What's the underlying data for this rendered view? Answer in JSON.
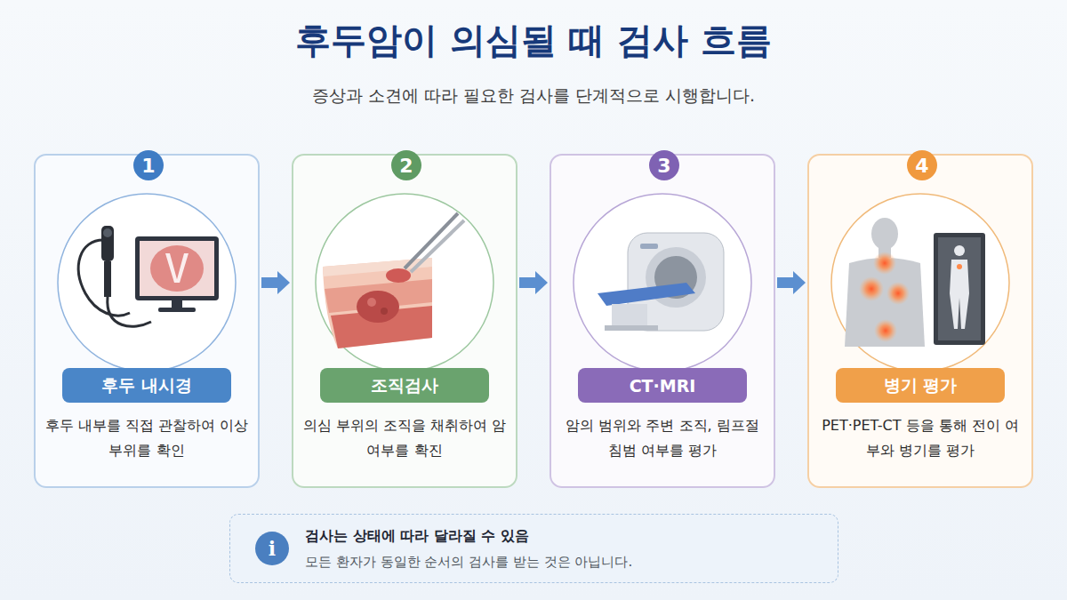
{
  "diagram": {
    "title": "후두암이 의심될 때 검사 흐름",
    "nodes": [
      {
        "text": [
          "후두 내부를 직접 관찰하여 이상 부위를 확인"
        ]
      },
      {
        "text": [
          "1"
        ],
        "in": 0
      },
      {
        "text": [
          "후두 내시경"
        ],
        "in": 0
      },
      {
        "text": [
          "의심 부위의 조직을 채취하여 암 여부를 확진"
        ]
      },
      {
        "text": [
          "2"
        ],
        "in": 3
      },
      {
        "text": [
          "조직검사"
        ],
        "in": 3
      },
      {
        "text": [
          "암의 범위와 주변 조직, 림프절 침범 여부를 평가"
        ]
      },
      {
        "text": [
          "3"
        ],
        "in": 6
      },
      {
        "text": [
          "CT·MRI"
        ],
        "in": 6
      },
      {
        "text": [
          "PET·PET-CT 등을 통해 전이 여부와 병기를 평가"
        ]
      },
      {
        "text": [
          "4"
        ],
        "in": 9
      },
      {
        "text": [
          "병기 평가"
        ],
        "in": 9
      },
      {
        "text": [
          "검사는 상태에 따라 달라질 수 있음",
          "모든 환자가 동일한 순서의 검사를 받는 것은 아닙니다."
        ]
      },
      {
        "text": [
          "i"
        ],
        "in": 12
      }
    ],
    "edges": [
      {
        "from": 0,
        "to": 3,
        "arrow": "to"
      },
      {
        "from": 3,
        "to": 6,
        "arrow": "to"
      },
      {
        "from": 6,
        "to": 9,
        "arrow": "to"
      }
    ],
    "labels": [
      "증상과 소견에 따라 필요한 검사를 단계적으로 시행합니다."
    ]
  }
}
